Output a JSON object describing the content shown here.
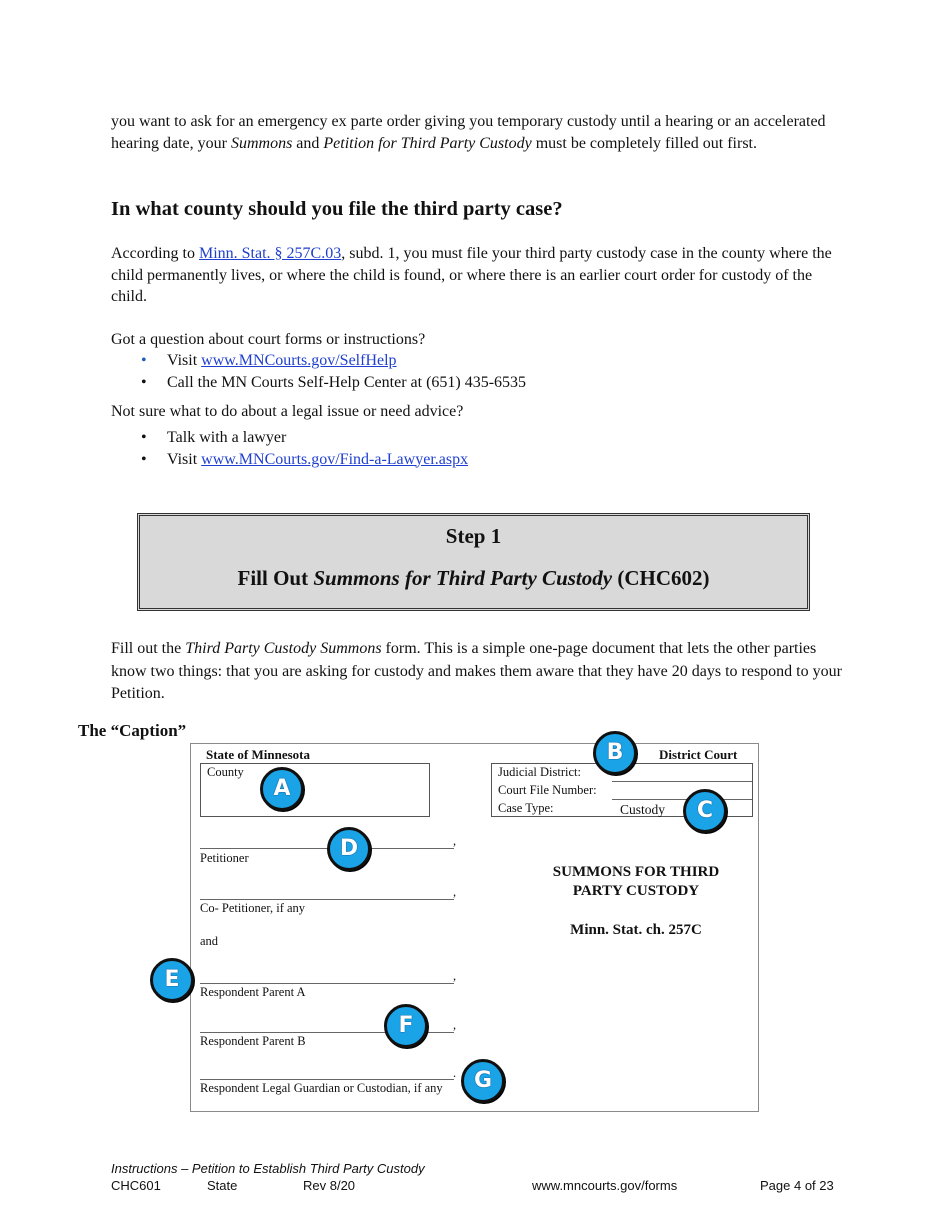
{
  "intro": {
    "text_before": "you want to ask for an emergency ex parte order giving you temporary custody until a hearing or an accelerated hearing date, your ",
    "summons_italic": "Summons",
    "and": " and ",
    "petition_italic": "Petition for Third Party Custody",
    "text_after": " must be completely filled out first."
  },
  "county_section": {
    "heading": "In what county should you file the third party case?",
    "according_to": "According to ",
    "statute_link": "Minn. Stat. § 257C.03",
    "body": ", subd. 1, you must file your third party custody case in the county where the child permanently lives, or where the child is found, or where there is an earlier court order for custody of the child."
  },
  "help": {
    "question": "Got a question about court forms or instructions?",
    "visit": "Visit ",
    "selfhelp_link": "www.MNCourts.gov/SelfHelp",
    "call": "Call the MN Courts Self-Help Center at (651) 435-6535",
    "not_sure": "Not sure what to do about a legal issue or need advice?",
    "talk": "Talk with a lawyer",
    "visit2": "Visit ",
    "lawyer_link": "www.MNCourts.gov/Find-a-Lawyer.aspx",
    "bullet": "•"
  },
  "step": {
    "title": "Step 1",
    "fill_out": "Fill Out ",
    "form_italic": "Summons for Third Party Custody",
    "code": " (CHC602)"
  },
  "fill_para": {
    "start": "Fill out the ",
    "italic": "Third Party Custody Summons",
    "rest": " form.  This is a simple one-page document that lets the other parties know two things:  that you are asking for custody and makes them aware that they have 20 days to respond to your Petition."
  },
  "caption_heading": "The “Caption”",
  "form": {
    "state": "State of Minnesota",
    "district_court": "District Court",
    "county": "County",
    "judicial_district": "Judicial District:",
    "court_file_number": "Court File Number:",
    "case_type": "Case Type:",
    "custody": "Custody",
    "petitioner": "Petitioner",
    "co_petitioner": "Co- Petitioner, if any",
    "and": "and",
    "respondent_a": "Respondent Parent A",
    "respondent_b": "Respondent Parent B",
    "respondent_guardian": "Respondent  Legal Guardian or Custodian, if any",
    "comma": ",",
    "period": ".",
    "summons_title_1": "SUMMONS FOR THIRD",
    "summons_title_2": "PARTY CUSTODY",
    "statute": "Minn. Stat. ch. 257C"
  },
  "badges": [
    "A",
    "B",
    "C",
    "D",
    "E",
    "F",
    "G"
  ],
  "badge_color": "#1aa3e6",
  "footer": {
    "title": "Instructions – Petition to Establish Third Party Custody",
    "code": "CHC601",
    "state": "State",
    "rev": "Rev 8/20",
    "site": "www.mncourts.gov/forms",
    "page": "Page 4 of 23"
  }
}
